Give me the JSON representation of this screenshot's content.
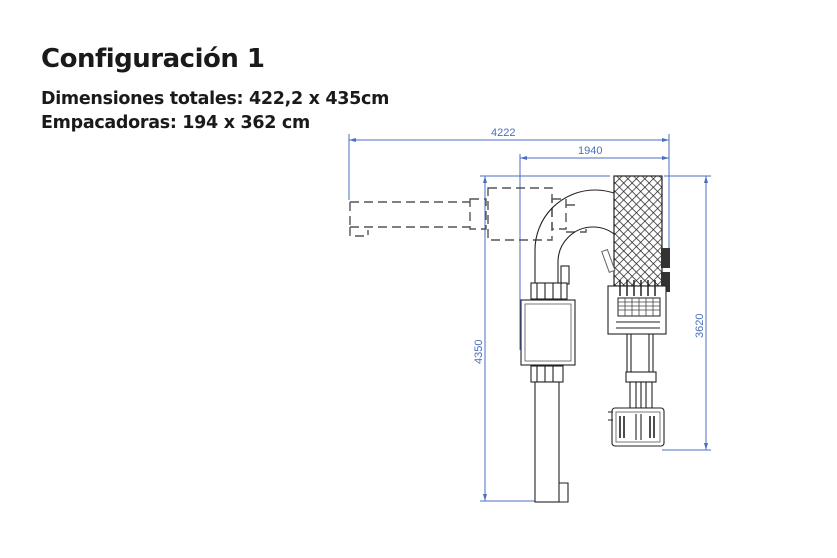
{
  "header": {
    "title": "Configuración 1",
    "total_dimensions": "Dimensiones totales: 422,2 x 435cm",
    "packers": "Empacadoras: 194 x 362 cm"
  },
  "drawing": {
    "dimension_color": "#4a6fc0",
    "dimensions": {
      "total_width": "4222",
      "packer_width": "1940",
      "total_height": "4350",
      "packer_height": "3620"
    }
  }
}
